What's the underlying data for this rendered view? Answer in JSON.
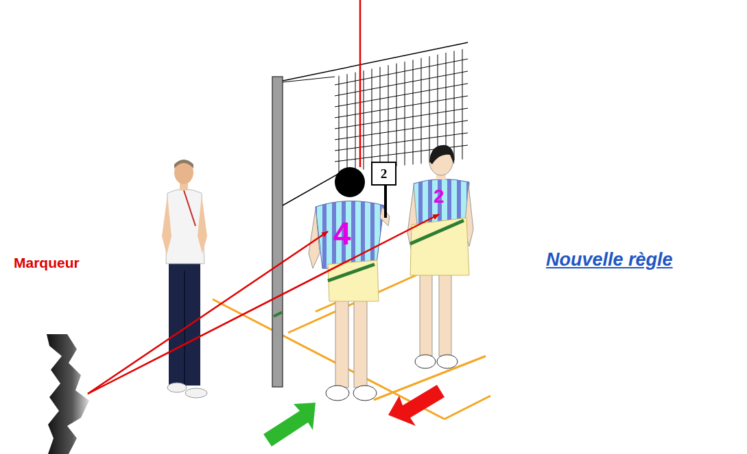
{
  "diagram": {
    "nodes": [
      {
        "text": [
          "2"
        ]
      }
    ],
    "labels": [
      "Marqueur",
      "4",
      "2",
      "Nouvelle règle"
    ]
  }
}
